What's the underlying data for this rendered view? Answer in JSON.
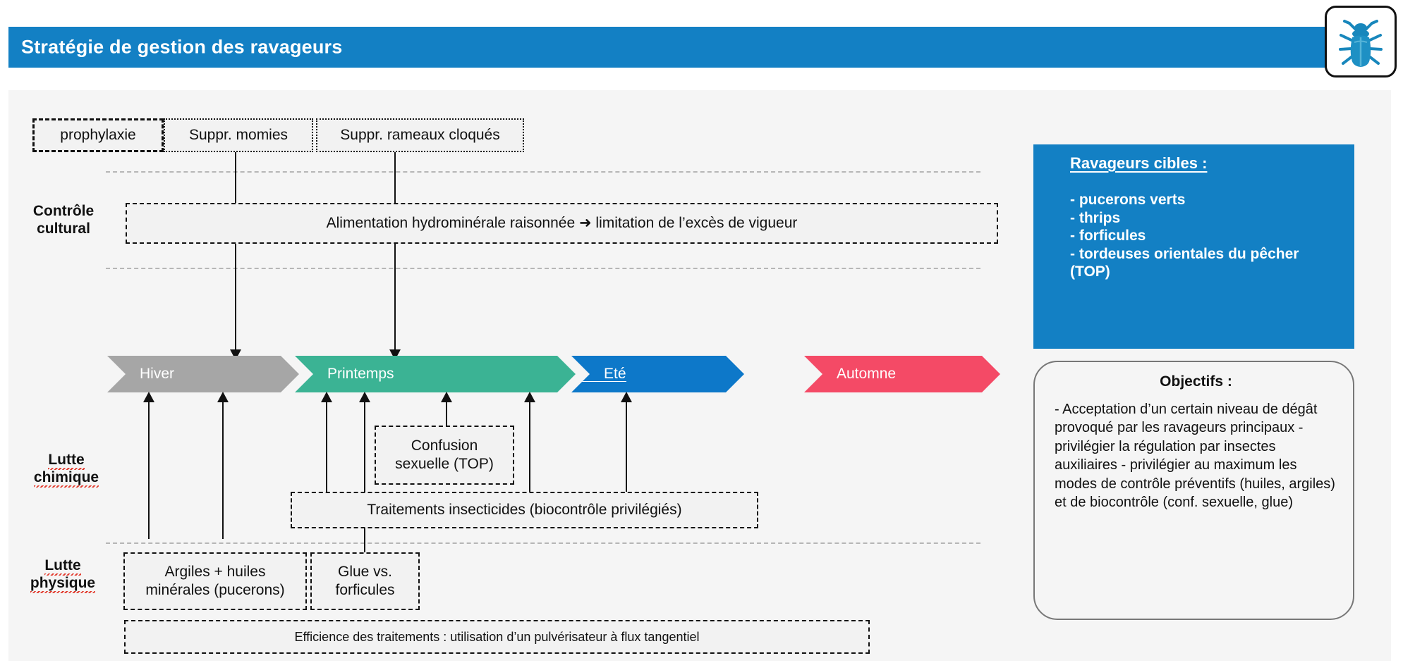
{
  "header": {
    "title": "Stratégie de gestion des ravageurs",
    "badge_icon": "beetle-icon",
    "banner_color": "#1380C4"
  },
  "rows": {
    "cultural": {
      "line1": "Contrôle",
      "line2": "cultural"
    },
    "chemical": {
      "line1": "Lutte",
      "line2": "chimique"
    },
    "physical": {
      "line1": "Lutte",
      "line2": "physique"
    }
  },
  "top_boxes": [
    {
      "label": "prophylaxie"
    },
    {
      "label": "Suppr. momies"
    },
    {
      "label": "Suppr. rameaux cloqués"
    }
  ],
  "cultural_band": {
    "label": "Alimentation hydrominérale raisonnée ➜ limitation de l’excès de vigueur"
  },
  "timeline": {
    "seasons": [
      {
        "label": "Hiver",
        "color": "#A6A6A6"
      },
      {
        "label": "Printemps",
        "color": "#3BB394"
      },
      {
        "label": "Eté",
        "color": "#0D78C9"
      },
      {
        "label": "Automne",
        "color": "#F44A66"
      }
    ]
  },
  "chemical_boxes": {
    "confusion": {
      "line1": "Confusion",
      "line2": "sexuelle (TOP)"
    },
    "treatments": {
      "label": "Traitements insecticides (biocontrôle privilégiés)"
    }
  },
  "physical_boxes": {
    "clays": {
      "line1": "Argiles + huiles",
      "line2": "minérales (pucerons)"
    },
    "glue": {
      "line1": "Glue vs.",
      "line2": "forficules"
    },
    "efficiency": {
      "label": "Efficience des traitements : utilisation d’un pulvérisateur à flux tangentiel"
    }
  },
  "targets_panel": {
    "heading": "Ravageurs cibles :",
    "items": [
      "- pucerons verts",
      "- thrips",
      "- forficules",
      "- tordeuses orientales du pêcher",
      "(TOP)"
    ],
    "bg_color": "#1380C4"
  },
  "objectives_panel": {
    "heading": "Objectifs :",
    "body": "- Acceptation d’un certain niveau de dégât provoqué par les ravageurs principaux -  privilégier la régulation par insectes auxiliaires - privilégier au maximum les modes de contrôle préventifs (huiles, argiles) et de biocontrôle (conf. sexuelle, glue)"
  }
}
